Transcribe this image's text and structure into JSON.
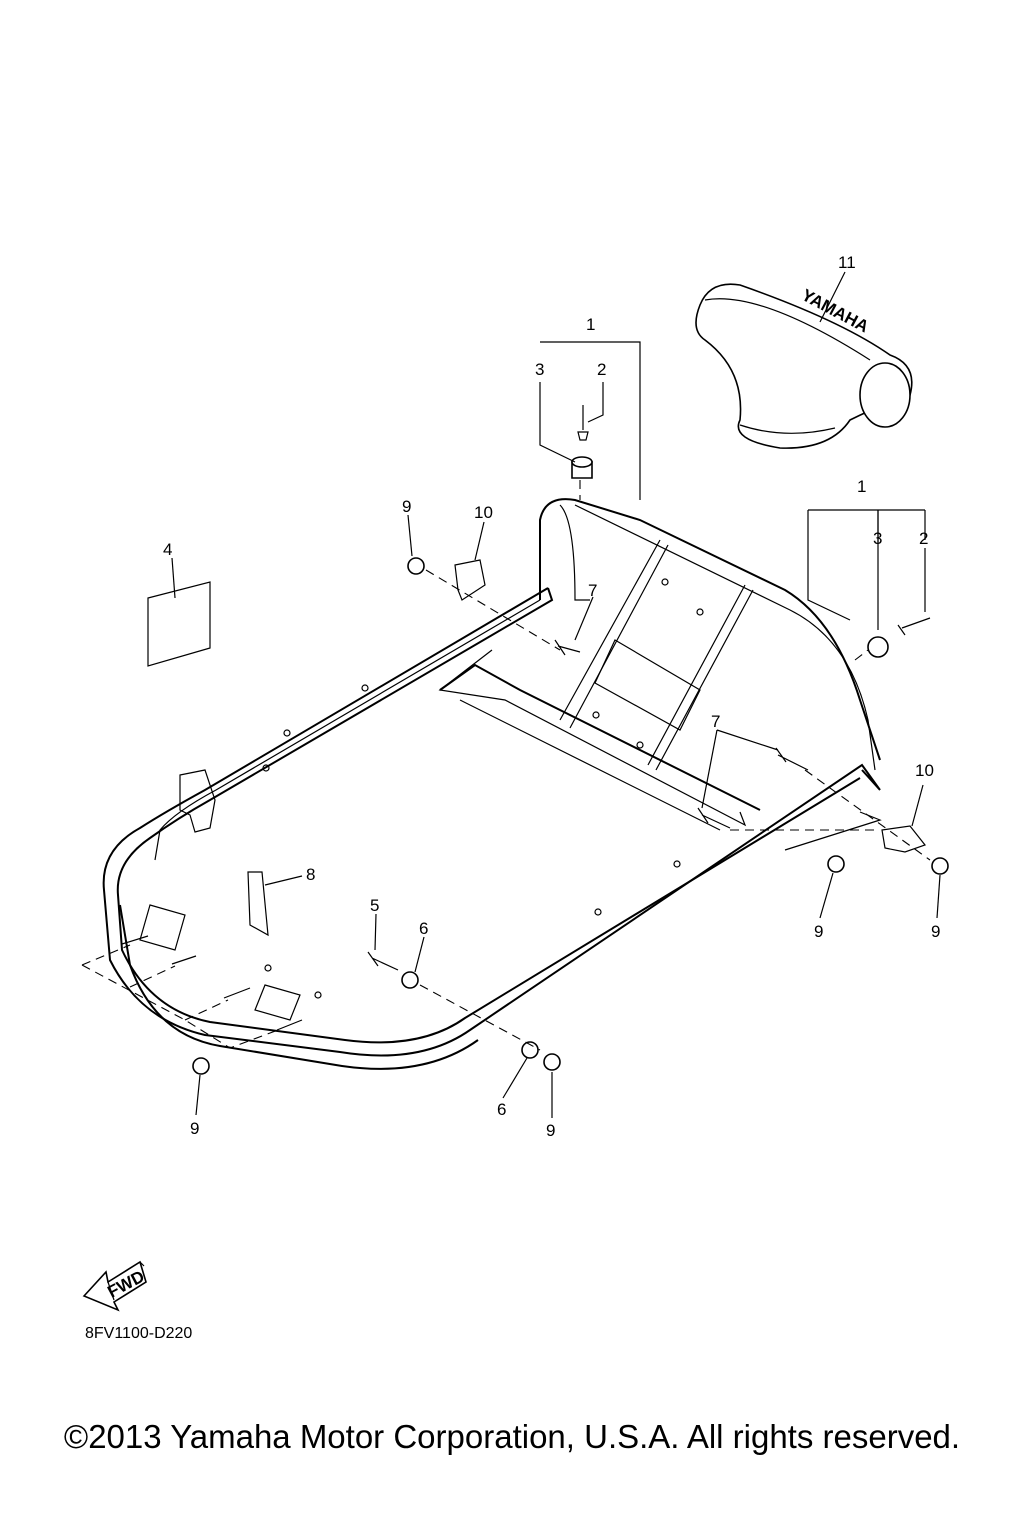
{
  "diagram_code": "8FV1100-D220",
  "copyright": "©2013 Yamaha Motor Corporation, U.S.A. All rights reserved.",
  "fwd_arrow_text": "FWD",
  "cover_logo_text": "YAMAHA",
  "callouts": {
    "c1a": "1",
    "c3a": "3",
    "c2a": "2",
    "c1b": "1",
    "c3b": "3",
    "c2b": "2",
    "c4": "4",
    "c5": "5",
    "c6a": "6",
    "c6b": "6",
    "c7a": "7",
    "c7b": "7",
    "c8": "8",
    "c9a": "9",
    "c9b": "9",
    "c9c": "9",
    "c9d": "9",
    "c9e": "9",
    "c10a": "10",
    "c10b": "10",
    "c11": "11"
  }
}
